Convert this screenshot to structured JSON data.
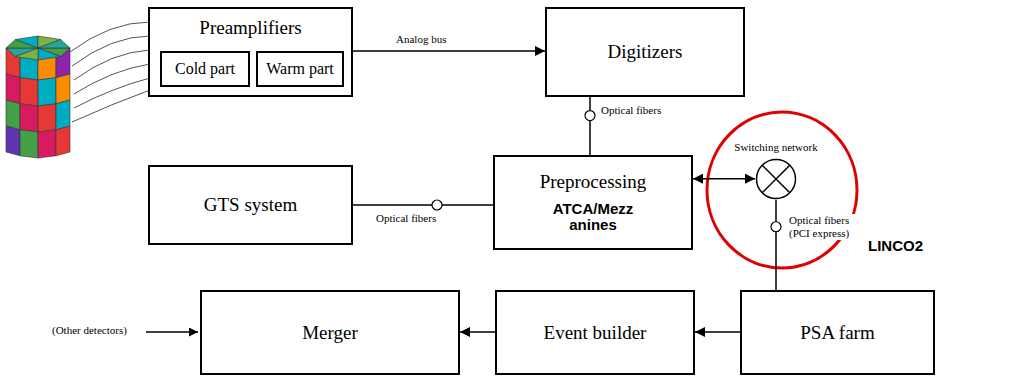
{
  "diagram": {
    "nodes": [
      {
        "text": [
          "Preamplifiers"
        ]
      },
      {
        "text": [
          "Cold part"
        ],
        "in": 0
      },
      {
        "text": [
          "Warm part"
        ],
        "in": 0
      },
      {
        "text": [
          "Digitizers"
        ]
      },
      {
        "text": [
          "GTS system"
        ]
      },
      {
        "text": [
          "Preprocessing",
          "ATCA/Mezz anines"
        ]
      },
      {
        "text": [
          "Switching network"
        ]
      },
      {
        "text": [
          "PSA farm"
        ]
      },
      {
        "text": [
          "Event builder"
        ]
      },
      {
        "text": [
          "Merger"
        ]
      }
    ],
    "edges": [
      {
        "from": 0,
        "to": 3,
        "arrow": "to",
        "label": "Analog bus"
      },
      {
        "from": 3,
        "to": 5,
        "arrow": "none",
        "label": "Optical fibers"
      },
      {
        "from": 4,
        "to": 5,
        "arrow": "none",
        "label": "Optical fibers"
      },
      {
        "from": 5,
        "to": 6,
        "arrow": "both"
      },
      {
        "from": 6,
        "to": 7,
        "arrow": "none",
        "label": "Optical fibers (PCI express)"
      },
      {
        "from": 7,
        "to": 8,
        "arrow": "to"
      },
      {
        "from": 8,
        "to": 9,
        "arrow": "to"
      }
    ],
    "labels": [
      "(Other detectors)",
      "LINCO2"
    ]
  }
}
